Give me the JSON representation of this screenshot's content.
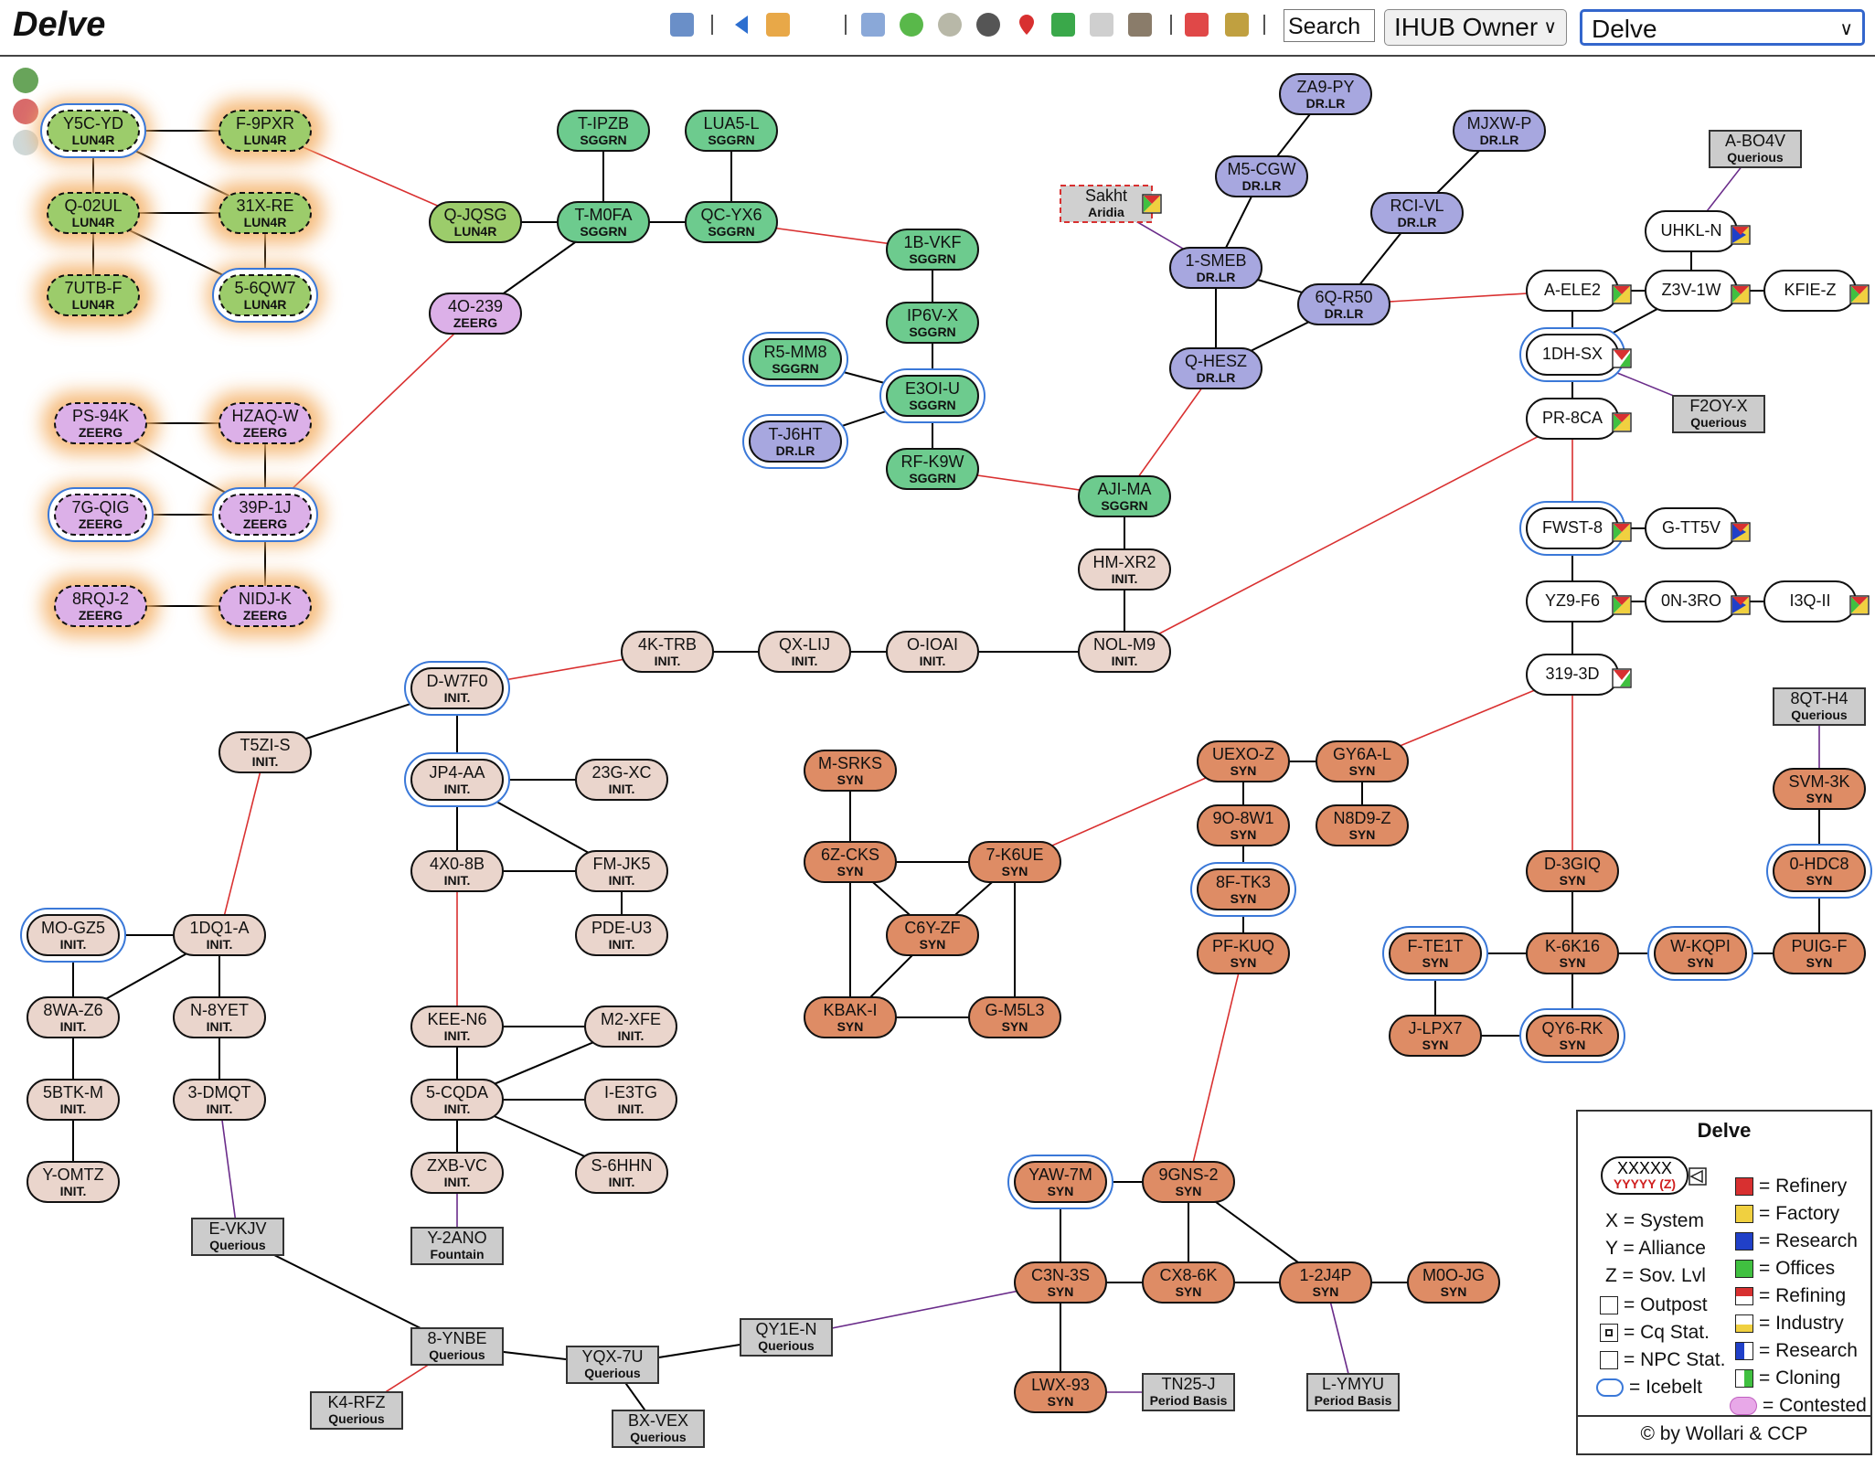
{
  "header": {
    "title": "Delve",
    "search_label": "Search",
    "owner_filter": "IHUB Owner",
    "region_select": "Delve"
  },
  "toolbar_icons": [
    "add-map-icon",
    "back-arrow-icon",
    "calendar-icon",
    "table-icon",
    "globe-icon",
    "sphere-grey-icon",
    "sphere-dark-icon",
    "map-pin-icon",
    "shuffle-icon",
    "cube-icon",
    "truck-icon",
    "pdf-icon",
    "image-icon"
  ],
  "zoom_icons": [
    "zoom-in-icon",
    "zoom-out-icon",
    "zoom-reset-icon"
  ],
  "colors": {
    "LUN4R": "#9ccc6b",
    "ZEERG": "#dcb0e8",
    "SGGRN": "#6dcb8e",
    "DR.LR": "#a7a7df",
    "INIT.": "#ead5cc",
    "SYN": "#de8c65",
    "NONE": "#ffffff",
    "NPC": "#cccccc",
    "red_link": "#d93030",
    "purple_link": "#6a2c8a",
    "icebelt": "#3a78d8",
    "contested_glow": "#f4b066"
  },
  "systems": [
    {
      "id": "Y5C-YD",
      "name": "Y5C-YD",
      "alliance": "LUN4R",
      "icebelt": true,
      "contested": true
    },
    {
      "id": "F-9PXR",
      "name": "F-9PXR",
      "alliance": "LUN4R",
      "contested": true
    },
    {
      "id": "Q-02UL",
      "name": "Q-02UL",
      "alliance": "LUN4R",
      "contested": true
    },
    {
      "id": "31X-RE",
      "name": "31X-RE",
      "alliance": "LUN4R",
      "contested": true
    },
    {
      "id": "7UTB-F",
      "name": "7UTB-F",
      "alliance": "LUN4R",
      "contested": true
    },
    {
      "id": "5-6QW7",
      "name": "5-6QW7",
      "alliance": "LUN4R",
      "icebelt": true,
      "contested": true
    },
    {
      "id": "Q-JQSG",
      "name": "Q-JQSG",
      "alliance": "LUN4R"
    },
    {
      "id": "4O-239",
      "name": "4O-239",
      "alliance": "ZEERG"
    },
    {
      "id": "PS-94K",
      "name": "PS-94K",
      "alliance": "ZEERG",
      "contested": true
    },
    {
      "id": "HZAQ-W",
      "name": "HZAQ-W",
      "alliance": "ZEERG",
      "contested": true
    },
    {
      "id": "7G-QIG",
      "name": "7G-QIG",
      "alliance": "ZEERG",
      "icebelt": true,
      "contested": true
    },
    {
      "id": "39P-1J",
      "name": "39P-1J",
      "alliance": "ZEERG",
      "icebelt": true,
      "contested": true
    },
    {
      "id": "8RQJ-2",
      "name": "8RQJ-2",
      "alliance": "ZEERG",
      "contested": true
    },
    {
      "id": "NIDJ-K",
      "name": "NIDJ-K",
      "alliance": "ZEERG",
      "contested": true
    },
    {
      "id": "T-IPZB",
      "name": "T-IPZB",
      "alliance": "SGGRN"
    },
    {
      "id": "LUA5-L",
      "name": "LUA5-L",
      "alliance": "SGGRN"
    },
    {
      "id": "T-M0FA",
      "name": "T-M0FA",
      "alliance": "SGGRN"
    },
    {
      "id": "QC-YX6",
      "name": "QC-YX6",
      "alliance": "SGGRN"
    },
    {
      "id": "1B-VKF",
      "name": "1B-VKF",
      "alliance": "SGGRN"
    },
    {
      "id": "IP6V-X",
      "name": "IP6V-X",
      "alliance": "SGGRN"
    },
    {
      "id": "R5-MM8",
      "name": "R5-MM8",
      "alliance": "SGGRN",
      "icebelt": true
    },
    {
      "id": "E3OI-U",
      "name": "E3OI-U",
      "alliance": "SGGRN",
      "icebelt": true
    },
    {
      "id": "T-J6HT",
      "name": "T-J6HT",
      "alliance": "DR.LR",
      "icebelt": true
    },
    {
      "id": "RF-K9W",
      "name": "RF-K9W",
      "alliance": "SGGRN"
    },
    {
      "id": "AJI-MA",
      "name": "AJI-MA",
      "alliance": "SGGRN"
    },
    {
      "id": "ZA9-PY",
      "name": "ZA9-PY",
      "alliance": "DR.LR"
    },
    {
      "id": "MJXW-P",
      "name": "MJXW-P",
      "alliance": "DR.LR"
    },
    {
      "id": "M5-CGW",
      "name": "M5-CGW",
      "alliance": "DR.LR"
    },
    {
      "id": "RCI-VL",
      "name": "RCI-VL",
      "alliance": "DR.LR"
    },
    {
      "id": "1-SMEB",
      "name": "1-SMEB",
      "alliance": "DR.LR"
    },
    {
      "id": "6Q-R50",
      "name": "6Q-R50",
      "alliance": "DR.LR"
    },
    {
      "id": "Q-HESZ",
      "name": "Q-HESZ",
      "alliance": "DR.LR"
    },
    {
      "id": "HM-XR2",
      "name": "HM-XR2",
      "alliance": "INIT."
    },
    {
      "id": "NOL-M9",
      "name": "NOL-M9",
      "alliance": "INIT."
    },
    {
      "id": "O-IOAI",
      "name": "O-IOAI",
      "alliance": "INIT."
    },
    {
      "id": "QX-LIJ",
      "name": "QX-LIJ",
      "alliance": "INIT."
    },
    {
      "id": "4K-TRB",
      "name": "4K-TRB",
      "alliance": "INIT."
    },
    {
      "id": "D-W7F0",
      "name": "D-W7F0",
      "alliance": "INIT.",
      "icebelt": true
    },
    {
      "id": "T5ZI-S",
      "name": "T5ZI-S",
      "alliance": "INIT."
    },
    {
      "id": "JP4-AA",
      "name": "JP4-AA",
      "alliance": "INIT.",
      "icebelt": true
    },
    {
      "id": "23G-XC",
      "name": "23G-XC",
      "alliance": "INIT."
    },
    {
      "id": "4X0-8B",
      "name": "4X0-8B",
      "alliance": "INIT."
    },
    {
      "id": "FM-JK5",
      "name": "FM-JK5",
      "alliance": "INIT."
    },
    {
      "id": "PDE-U3",
      "name": "PDE-U3",
      "alliance": "INIT."
    },
    {
      "id": "MO-GZ5",
      "name": "MO-GZ5",
      "alliance": "INIT.",
      "icebelt": true
    },
    {
      "id": "1DQ1-A",
      "name": "1DQ1-A",
      "alliance": "INIT."
    },
    {
      "id": "8WA-Z6",
      "name": "8WA-Z6",
      "alliance": "INIT."
    },
    {
      "id": "N-8YET",
      "name": "N-8YET",
      "alliance": "INIT."
    },
    {
      "id": "5BTK-M",
      "name": "5BTK-M",
      "alliance": "INIT."
    },
    {
      "id": "3-DMQT",
      "name": "3-DMQT",
      "alliance": "INIT."
    },
    {
      "id": "Y-OMTZ",
      "name": "Y-OMTZ",
      "alliance": "INIT."
    },
    {
      "id": "KEE-N6",
      "name": "KEE-N6",
      "alliance": "INIT."
    },
    {
      "id": "M2-XFE",
      "name": "M2-XFE",
      "alliance": "INIT."
    },
    {
      "id": "5-CQDA",
      "name": "5-CQDA",
      "alliance": "INIT."
    },
    {
      "id": "I-E3TG",
      "name": "I-E3TG",
      "alliance": "INIT."
    },
    {
      "id": "ZXB-VC",
      "name": "ZXB-VC",
      "alliance": "INIT."
    },
    {
      "id": "S-6HHN",
      "name": "S-6HHN",
      "alliance": "INIT."
    },
    {
      "id": "M-SRKS",
      "name": "M-SRKS",
      "alliance": "SYN"
    },
    {
      "id": "6Z-CKS",
      "name": "6Z-CKS",
      "alliance": "SYN"
    },
    {
      "id": "7-K6UE",
      "name": "7-K6UE",
      "alliance": "SYN"
    },
    {
      "id": "C6Y-ZF",
      "name": "C6Y-ZF",
      "alliance": "SYN"
    },
    {
      "id": "KBAK-I",
      "name": "KBAK-I",
      "alliance": "SYN"
    },
    {
      "id": "G-M5L3",
      "name": "G-M5L3",
      "alliance": "SYN"
    },
    {
      "id": "UEXO-Z",
      "name": "UEXO-Z",
      "alliance": "SYN"
    },
    {
      "id": "GY6A-L",
      "name": "GY6A-L",
      "alliance": "SYN"
    },
    {
      "id": "9O-8W1",
      "name": "9O-8W1",
      "alliance": "SYN"
    },
    {
      "id": "N8D9-Z",
      "name": "N8D9-Z",
      "alliance": "SYN"
    },
    {
      "id": "8F-TK3",
      "name": "8F-TK3",
      "alliance": "SYN",
      "icebelt": true
    },
    {
      "id": "PF-KUQ",
      "name": "PF-KUQ",
      "alliance": "SYN"
    },
    {
      "id": "D-3GIQ",
      "name": "D-3GIQ",
      "alliance": "SYN"
    },
    {
      "id": "F-TE1T",
      "name": "F-TE1T",
      "alliance": "SYN",
      "icebelt": true
    },
    {
      "id": "K-6K16",
      "name": "K-6K16",
      "alliance": "SYN"
    },
    {
      "id": "W-KQPI",
      "name": "W-KQPI",
      "alliance": "SYN",
      "icebelt": true
    },
    {
      "id": "PUIG-F",
      "name": "PUIG-F",
      "alliance": "SYN"
    },
    {
      "id": "J-LPX7",
      "name": "J-LPX7",
      "alliance": "SYN"
    },
    {
      "id": "QY6-RK",
      "name": "QY6-RK",
      "alliance": "SYN",
      "icebelt": true
    },
    {
      "id": "SVM-3K",
      "name": "SVM-3K",
      "alliance": "SYN"
    },
    {
      "id": "0-HDC8",
      "name": "0-HDC8",
      "alliance": "SYN",
      "icebelt": true
    },
    {
      "id": "YAW-7M",
      "name": "YAW-7M",
      "alliance": "SYN",
      "icebelt": true
    },
    {
      "id": "9GNS-2",
      "name": "9GNS-2",
      "alliance": "SYN"
    },
    {
      "id": "C3N-3S",
      "name": "C3N-3S",
      "alliance": "SYN"
    },
    {
      "id": "CX8-6K",
      "name": "CX8-6K",
      "alliance": "SYN"
    },
    {
      "id": "1-2J4P",
      "name": "1-2J4P",
      "alliance": "SYN"
    },
    {
      "id": "M0O-JG",
      "name": "M0O-JG",
      "alliance": "SYN"
    },
    {
      "id": "LWX-93",
      "name": "LWX-93",
      "alliance": "SYN"
    },
    {
      "id": "A-ELE2",
      "name": "A-ELE2",
      "alliance": "",
      "station": "factory"
    },
    {
      "id": "Z3V-1W",
      "name": "Z3V-1W",
      "alliance": "",
      "station": "factory"
    },
    {
      "id": "KFIE-Z",
      "name": "KFIE-Z",
      "alliance": "",
      "station": "factory"
    },
    {
      "id": "UHKL-N",
      "name": "UHKL-N",
      "alliance": "",
      "station": "research-factory"
    },
    {
      "id": "1DH-SX",
      "name": "1DH-SX",
      "alliance": "",
      "station": "refining",
      "icebelt": true
    },
    {
      "id": "PR-8CA",
      "name": "PR-8CA",
      "alliance": "",
      "station": "factory"
    },
    {
      "id": "FWST-8",
      "name": "FWST-8",
      "alliance": "",
      "station": "factory",
      "icebelt": true
    },
    {
      "id": "G-TT5V",
      "name": "G-TT5V",
      "alliance": "",
      "station": "research-factory"
    },
    {
      "id": "YZ9-F6",
      "name": "YZ9-F6",
      "alliance": "",
      "station": "factory"
    },
    {
      "id": "0N-3RO",
      "name": "0N-3RO",
      "alliance": "",
      "station": "research-factory"
    },
    {
      "id": "I3Q-II",
      "name": "I3Q-II",
      "alliance": "",
      "station": "factory"
    },
    {
      "id": "319-3D",
      "name": "319-3D",
      "alliance": "",
      "station": "refining"
    },
    {
      "id": "Sakht",
      "name": "Sakht",
      "sub": "Aridia",
      "gate": "external-red",
      "station": "factory"
    },
    {
      "id": "A-BO4V",
      "name": "A-BO4V",
      "sub": "Querious",
      "gate": "external"
    },
    {
      "id": "F2OY-X",
      "name": "F2OY-X",
      "sub": "Querious",
      "gate": "external"
    },
    {
      "id": "8QT-H4",
      "name": "8QT-H4",
      "sub": "Querious",
      "gate": "external"
    },
    {
      "id": "E-VKJV",
      "name": "E-VKJV",
      "sub": "Querious",
      "gate": "external"
    },
    {
      "id": "Y-2ANO",
      "name": "Y-2ANO",
      "sub": "Fountain",
      "gate": "external"
    },
    {
      "id": "8-YNBE",
      "name": "8-YNBE",
      "sub": "Querious",
      "gate": "external"
    },
    {
      "id": "K4-RFZ",
      "name": "K4-RFZ",
      "sub": "Querious",
      "gate": "external"
    },
    {
      "id": "YQX-7U",
      "name": "YQX-7U",
      "sub": "Querious",
      "gate": "external"
    },
    {
      "id": "BX-VEX",
      "name": "BX-VEX",
      "sub": "Querious",
      "gate": "external"
    },
    {
      "id": "QY1E-N",
      "name": "QY1E-N",
      "sub": "Querious",
      "gate": "external"
    },
    {
      "id": "TN25-J",
      "name": "TN25-J",
      "sub": "Period Basis",
      "gate": "external"
    },
    {
      "id": "L-YMYU",
      "name": "L-YMYU",
      "sub": "Period Basis",
      "gate": "external"
    }
  ],
  "connections": [
    [
      "Y5C-YD",
      "F-9PXR",
      "b"
    ],
    [
      "Y5C-YD",
      "Q-02UL",
      "b"
    ],
    [
      "Y5C-YD",
      "31X-RE",
      "b"
    ],
    [
      "Q-02UL",
      "31X-RE",
      "b"
    ],
    [
      "Q-02UL",
      "7UTB-F",
      "b"
    ],
    [
      "Q-02UL",
      "5-6QW7",
      "b"
    ],
    [
      "31X-RE",
      "5-6QW7",
      "b"
    ],
    [
      "F-9PXR",
      "Q-JQSG",
      "r"
    ],
    [
      "Q-JQSG",
      "T-M0FA",
      "b"
    ],
    [
      "T-M0FA",
      "T-IPZB",
      "b"
    ],
    [
      "T-M0FA",
      "QC-YX6",
      "b"
    ],
    [
      "T-M0FA",
      "4O-239",
      "b"
    ],
    [
      "QC-YX6",
      "LUA5-L",
      "b"
    ],
    [
      "QC-YX6",
      "1B-VKF",
      "r"
    ],
    [
      "1B-VKF",
      "IP6V-X",
      "b"
    ],
    [
      "IP6V-X",
      "E3OI-U",
      "b"
    ],
    [
      "R5-MM8",
      "E3OI-U",
      "b"
    ],
    [
      "T-J6HT",
      "E3OI-U",
      "b"
    ],
    [
      "E3OI-U",
      "RF-K9W",
      "b"
    ],
    [
      "RF-K9W",
      "AJI-MA",
      "r"
    ],
    [
      "4O-239",
      "39P-1J",
      "r"
    ],
    [
      "PS-94K",
      "HZAQ-W",
      "b"
    ],
    [
      "PS-94K",
      "39P-1J",
      "b"
    ],
    [
      "HZAQ-W",
      "39P-1J",
      "b"
    ],
    [
      "7G-QIG",
      "39P-1J",
      "b"
    ],
    [
      "39P-1J",
      "NIDJ-K",
      "b"
    ],
    [
      "8RQJ-2",
      "NIDJ-K",
      "b"
    ],
    [
      "ZA9-PY",
      "M5-CGW",
      "b"
    ],
    [
      "M5-CGW",
      "1-SMEB",
      "b"
    ],
    [
      "MJXW-P",
      "RCI-VL",
      "b"
    ],
    [
      "RCI-VL",
      "6Q-R50",
      "b"
    ],
    [
      "Sakht",
      "1-SMEB",
      "p"
    ],
    [
      "1-SMEB",
      "6Q-R50",
      "b"
    ],
    [
      "1-SMEB",
      "Q-HESZ",
      "b"
    ],
    [
      "6Q-R50",
      "Q-HESZ",
      "b"
    ],
    [
      "Q-HESZ",
      "AJI-MA",
      "r"
    ],
    [
      "6Q-R50",
      "A-ELE2",
      "r"
    ],
    [
      "AJI-MA",
      "HM-XR2",
      "b"
    ],
    [
      "HM-XR2",
      "NOL-M9",
      "b"
    ],
    [
      "NOL-M9",
      "O-IOAI",
      "b"
    ],
    [
      "O-IOAI",
      "QX-LIJ",
      "b"
    ],
    [
      "QX-LIJ",
      "4K-TRB",
      "b"
    ],
    [
      "4K-TRB",
      "D-W7F0",
      "r"
    ],
    [
      "NOL-M9",
      "PR-8CA",
      "r"
    ],
    [
      "D-W7F0",
      "T5ZI-S",
      "b"
    ],
    [
      "D-W7F0",
      "JP4-AA",
      "b"
    ],
    [
      "JP4-AA",
      "23G-XC",
      "b"
    ],
    [
      "JP4-AA",
      "4X0-8B",
      "b"
    ],
    [
      "JP4-AA",
      "FM-JK5",
      "b"
    ],
    [
      "4X0-8B",
      "FM-JK5",
      "b"
    ],
    [
      "FM-JK5",
      "PDE-U3",
      "b"
    ],
    [
      "T5ZI-S",
      "1DQ1-A",
      "r"
    ],
    [
      "MO-GZ5",
      "1DQ1-A",
      "b"
    ],
    [
      "1DQ1-A",
      "8WA-Z6",
      "b"
    ],
    [
      "1DQ1-A",
      "N-8YET",
      "b"
    ],
    [
      "MO-GZ5",
      "8WA-Z6",
      "b"
    ],
    [
      "8WA-Z6",
      "5BTK-M",
      "b"
    ],
    [
      "5BTK-M",
      "Y-OMTZ",
      "b"
    ],
    [
      "N-8YET",
      "3-DMQT",
      "b"
    ],
    [
      "3-DMQT",
      "E-VKJV",
      "p"
    ],
    [
      "4X0-8B",
      "KEE-N6",
      "r"
    ],
    [
      "KEE-N6",
      "M2-XFE",
      "b"
    ],
    [
      "KEE-N6",
      "5-CQDA",
      "b"
    ],
    [
      "M2-XFE",
      "5-CQDA",
      "b"
    ],
    [
      "5-CQDA",
      "I-E3TG",
      "b"
    ],
    [
      "5-CQDA",
      "ZXB-VC",
      "b"
    ],
    [
      "5-CQDA",
      "S-6HHN",
      "b"
    ],
    [
      "ZXB-VC",
      "Y-2ANO",
      "p"
    ],
    [
      "E-VKJV",
      "8-YNBE",
      "b"
    ],
    [
      "8-YNBE",
      "K4-RFZ",
      "r"
    ],
    [
      "8-YNBE",
      "YQX-7U",
      "b"
    ],
    [
      "YQX-7U",
      "BX-VEX",
      "b"
    ],
    [
      "YQX-7U",
      "QY1E-N",
      "b"
    ],
    [
      "QY1E-N",
      "C3N-3S",
      "p"
    ],
    [
      "M-SRKS",
      "6Z-CKS",
      "b"
    ],
    [
      "6Z-CKS",
      "7-K6UE",
      "b"
    ],
    [
      "6Z-CKS",
      "C6Y-ZF",
      "b"
    ],
    [
      "6Z-CKS",
      "KBAK-I",
      "b"
    ],
    [
      "7-K6UE",
      "C6Y-ZF",
      "b"
    ],
    [
      "7-K6UE",
      "G-M5L3",
      "b"
    ],
    [
      "C6Y-ZF",
      "KBAK-I",
      "b"
    ],
    [
      "KBAK-I",
      "G-M5L3",
      "b"
    ],
    [
      "7-K6UE",
      "UEXO-Z",
      "r"
    ],
    [
      "UEXO-Z",
      "GY6A-L",
      "b"
    ],
    [
      "UEXO-Z",
      "9O-8W1",
      "b"
    ],
    [
      "GY6A-L",
      "N8D9-Z",
      "b"
    ],
    [
      "GY6A-L",
      "319-3D",
      "r"
    ],
    [
      "9O-8W1",
      "8F-TK3",
      "b"
    ],
    [
      "8F-TK3",
      "PF-KUQ",
      "b"
    ],
    [
      "PF-KUQ",
      "9GNS-2",
      "r"
    ],
    [
      "YAW-7M",
      "9GNS-2",
      "b"
    ],
    [
      "YAW-7M",
      "C3N-3S",
      "b"
    ],
    [
      "9GNS-2",
      "CX8-6K",
      "b"
    ],
    [
      "9GNS-2",
      "1-2J4P",
      "b"
    ],
    [
      "C3N-3S",
      "CX8-6K",
      "b"
    ],
    [
      "CX8-6K",
      "1-2J4P",
      "b"
    ],
    [
      "1-2J4P",
      "M0O-JG",
      "b"
    ],
    [
      "C3N-3S",
      "LWX-93",
      "b"
    ],
    [
      "LWX-93",
      "TN25-J",
      "p"
    ],
    [
      "1-2J4P",
      "L-YMYU",
      "p"
    ],
    [
      "A-BO4V",
      "UHKL-N",
      "p"
    ],
    [
      "UHKL-N",
      "Z3V-1W",
      "b"
    ],
    [
      "A-ELE2",
      "Z3V-1W",
      "b"
    ],
    [
      "Z3V-1W",
      "KFIE-Z",
      "b"
    ],
    [
      "A-ELE2",
      "1DH-SX",
      "b"
    ],
    [
      "Z3V-1W",
      "1DH-SX",
      "b"
    ],
    [
      "1DH-SX",
      "F2OY-X",
      "p"
    ],
    [
      "1DH-SX",
      "PR-8CA",
      "b"
    ],
    [
      "PR-8CA",
      "FWST-8",
      "r"
    ],
    [
      "FWST-8",
      "G-TT5V",
      "b"
    ],
    [
      "FWST-8",
      "YZ9-F6",
      "b"
    ],
    [
      "YZ9-F6",
      "0N-3RO",
      "b"
    ],
    [
      "0N-3RO",
      "I3Q-II",
      "b"
    ],
    [
      "YZ9-F6",
      "319-3D",
      "b"
    ],
    [
      "319-3D",
      "D-3GIQ",
      "r"
    ],
    [
      "D-3GIQ",
      "K-6K16",
      "b"
    ],
    [
      "F-TE1T",
      "K-6K16",
      "b"
    ],
    [
      "K-6K16",
      "W-KQPI",
      "b"
    ],
    [
      "W-KQPI",
      "PUIG-F",
      "b"
    ],
    [
      "F-TE1T",
      "J-LPX7",
      "b"
    ],
    [
      "K-6K16",
      "QY6-RK",
      "b"
    ],
    [
      "J-LPX7",
      "QY6-RK",
      "b"
    ],
    [
      "PUIG-F",
      "0-HDC8",
      "b"
    ],
    [
      "0-HDC8",
      "SVM-3K",
      "b"
    ],
    [
      "SVM-3K",
      "8QT-H4",
      "p"
    ]
  ],
  "legend": {
    "title": "Delve",
    "sample_system": "XXXXX",
    "sample_sub": "YYYYY (Z)",
    "key_system": "X   = System",
    "key_alliance": "Y   = Alliance",
    "key_sov": "Z   = Sov. Lvl",
    "key_outpost": "= Outpost",
    "key_cq": "= Cq Stat.",
    "key_npc": "= NPC Stat.",
    "key_icebelt": "= Icebelt",
    "key_refinery": "= Refinery",
    "key_factory": "= Factory",
    "key_research": "= Research",
    "key_offices": "= Offices",
    "key_refining": "= Refining",
    "key_industry": "= Industry",
    "key_research2": "= Research",
    "key_cloning": "= Cloning",
    "key_contested": "= Contested",
    "footer": "© by Wollari & CCP"
  }
}
